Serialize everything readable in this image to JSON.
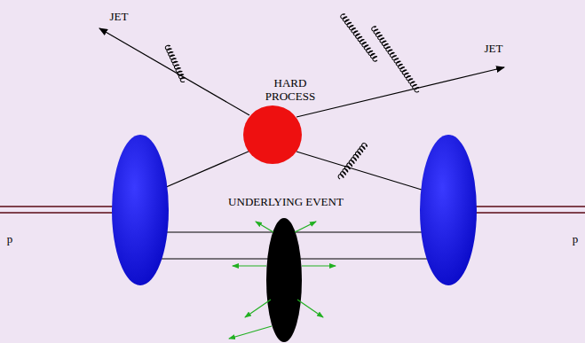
{
  "diagram": {
    "labels": [
      "JET",
      "JET",
      "HARD PROCESS",
      "UNDERLYING EVENT",
      "p",
      "p"
    ]
  }
}
